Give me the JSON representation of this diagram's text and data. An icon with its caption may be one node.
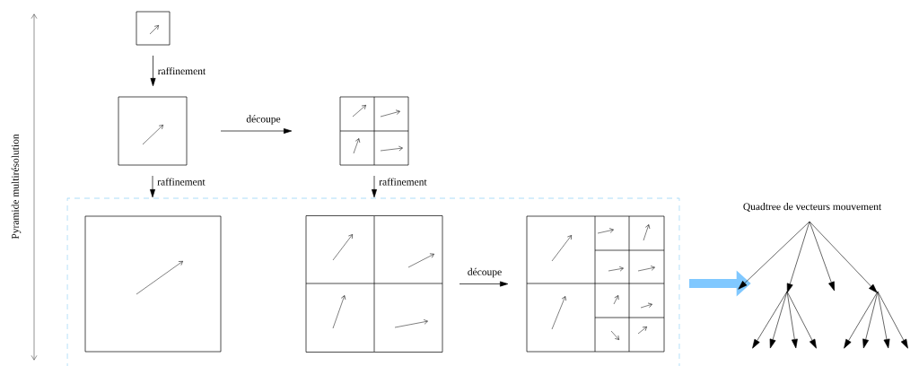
{
  "diagram": {
    "nodes": [
      {
        "text": [],
        "shape": "box"
      },
      {
        "text": [],
        "shape": "box"
      },
      {
        "text": [],
        "shape": "box"
      },
      {
        "text": [],
        "shape": "box"
      },
      {
        "text": [],
        "shape": "box",
        "in": 3
      },
      {
        "text": [],
        "shape": "box",
        "in": 3
      },
      {
        "text": [],
        "shape": "box",
        "in": 3
      },
      {
        "text": [
          "Quadtree de vecteurs mouvement"
        ]
      }
    ],
    "edges": [
      {
        "from": 0,
        "to": 1,
        "arrow": "to",
        "label": "raffinement"
      },
      {
        "from": 1,
        "to": 2,
        "arrow": "to",
        "label": "découpe"
      },
      {
        "from": 1,
        "to": 3,
        "arrow": "to",
        "label": "raffinement"
      },
      {
        "from": 2,
        "to": 3,
        "arrow": "to",
        "label": "raffinement"
      },
      {
        "from": 5,
        "to": 6,
        "arrow": "to",
        "label": "découpe"
      },
      {
        "from": 3,
        "to": 7,
        "arrow": "to",
        "style": "thick",
        "color": "#80c8ff"
      }
    ],
    "labels": [
      "Pyramide multirésolution"
    ]
  }
}
